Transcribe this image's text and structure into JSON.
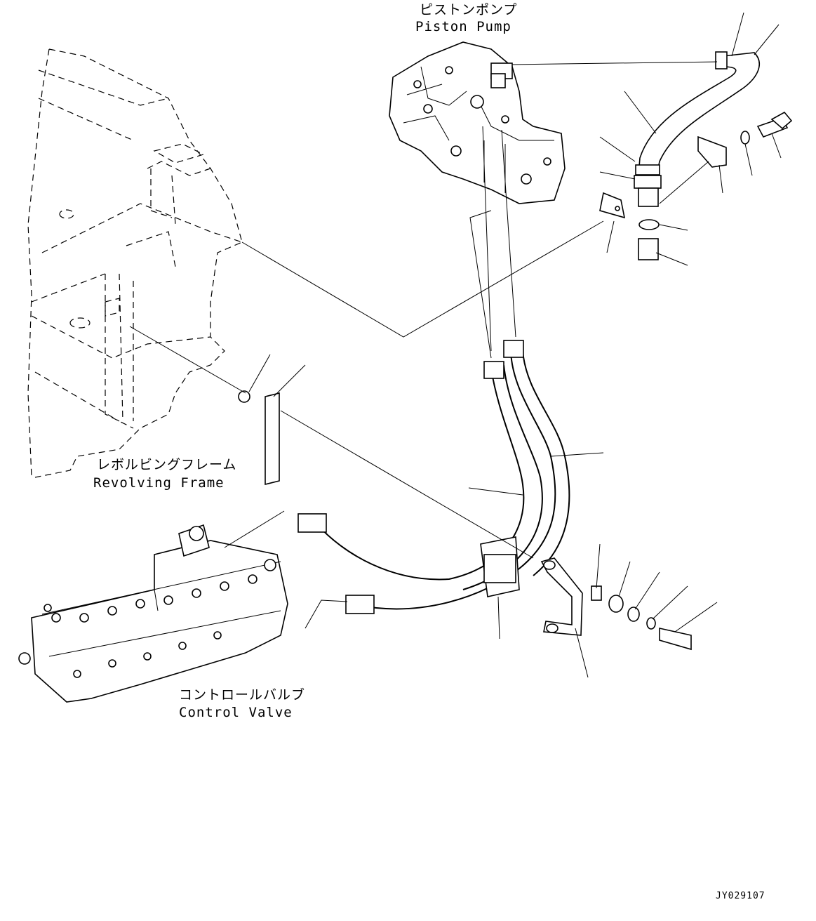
{
  "labels": {
    "piston_pump_jp": "ピストンポンプ",
    "piston_pump_en": "Piston Pump",
    "revolving_frame_jp": "レボルビングフレーム",
    "revolving_frame_en": "Revolving Frame",
    "control_valve_jp": "コントロールバルブ",
    "control_valve_en": "Control Valve",
    "drawing_code": "JY029107"
  }
}
